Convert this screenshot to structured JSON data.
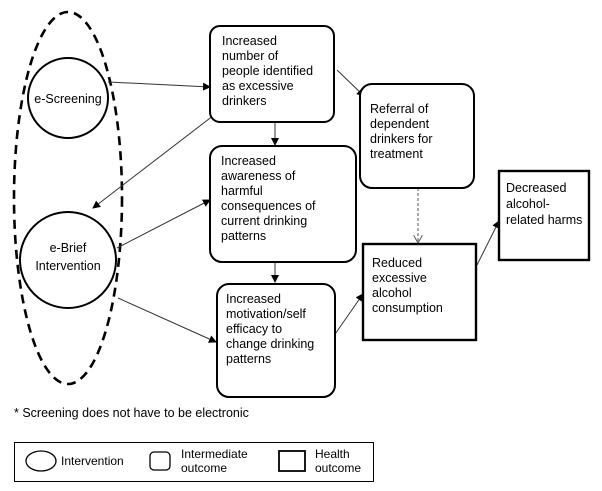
{
  "nodes": {
    "e_screening": [
      "e-Screening"
    ],
    "e_brief": [
      "e-Brief",
      "Intervention"
    ],
    "identified": [
      "Increased",
      "number of",
      "people identified",
      "as excessive",
      "drinkers"
    ],
    "awareness": [
      "Increased",
      "awareness of",
      "harmful",
      "consequences of",
      "current drinking",
      "patterns"
    ],
    "motivation": [
      "Increased",
      "motivation/self",
      "efficacy to",
      "change drinking",
      "patterns"
    ],
    "referral": [
      "Referral of",
      "dependent",
      "drinkers for",
      "treatment"
    ],
    "reduced": [
      "Reduced",
      "excessive",
      "alcohol",
      "consumption"
    ],
    "decreased": [
      "Decreased",
      "alcohol-",
      "related harms"
    ]
  },
  "footnote": "* Screening does not have to be electronic",
  "legend": {
    "intervention": "Intervention",
    "intermediate_line1": "Intermediate",
    "intermediate_line2": "outcome",
    "health_line1": "Health",
    "health_line2": "outcome"
  }
}
